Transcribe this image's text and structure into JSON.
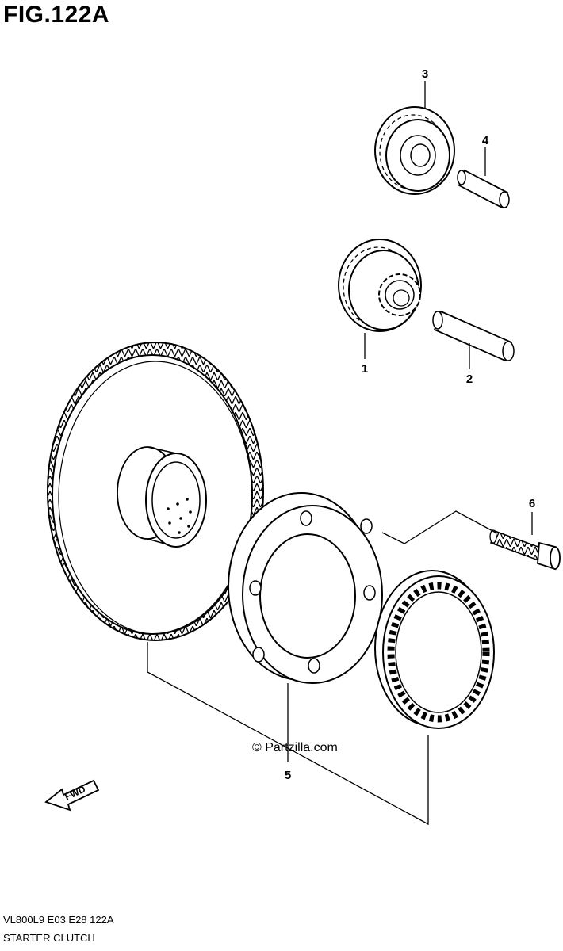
{
  "figure": {
    "title": "FIG.122A"
  },
  "callouts": [
    "1",
    "2",
    "3",
    "4",
    "5",
    "6"
  ],
  "watermark": "© Partzilla.com",
  "fwd_label": "FWD",
  "footer": {
    "code": "VL800L9  E03  E28  122A",
    "name": "STARTER CLUTCH"
  }
}
